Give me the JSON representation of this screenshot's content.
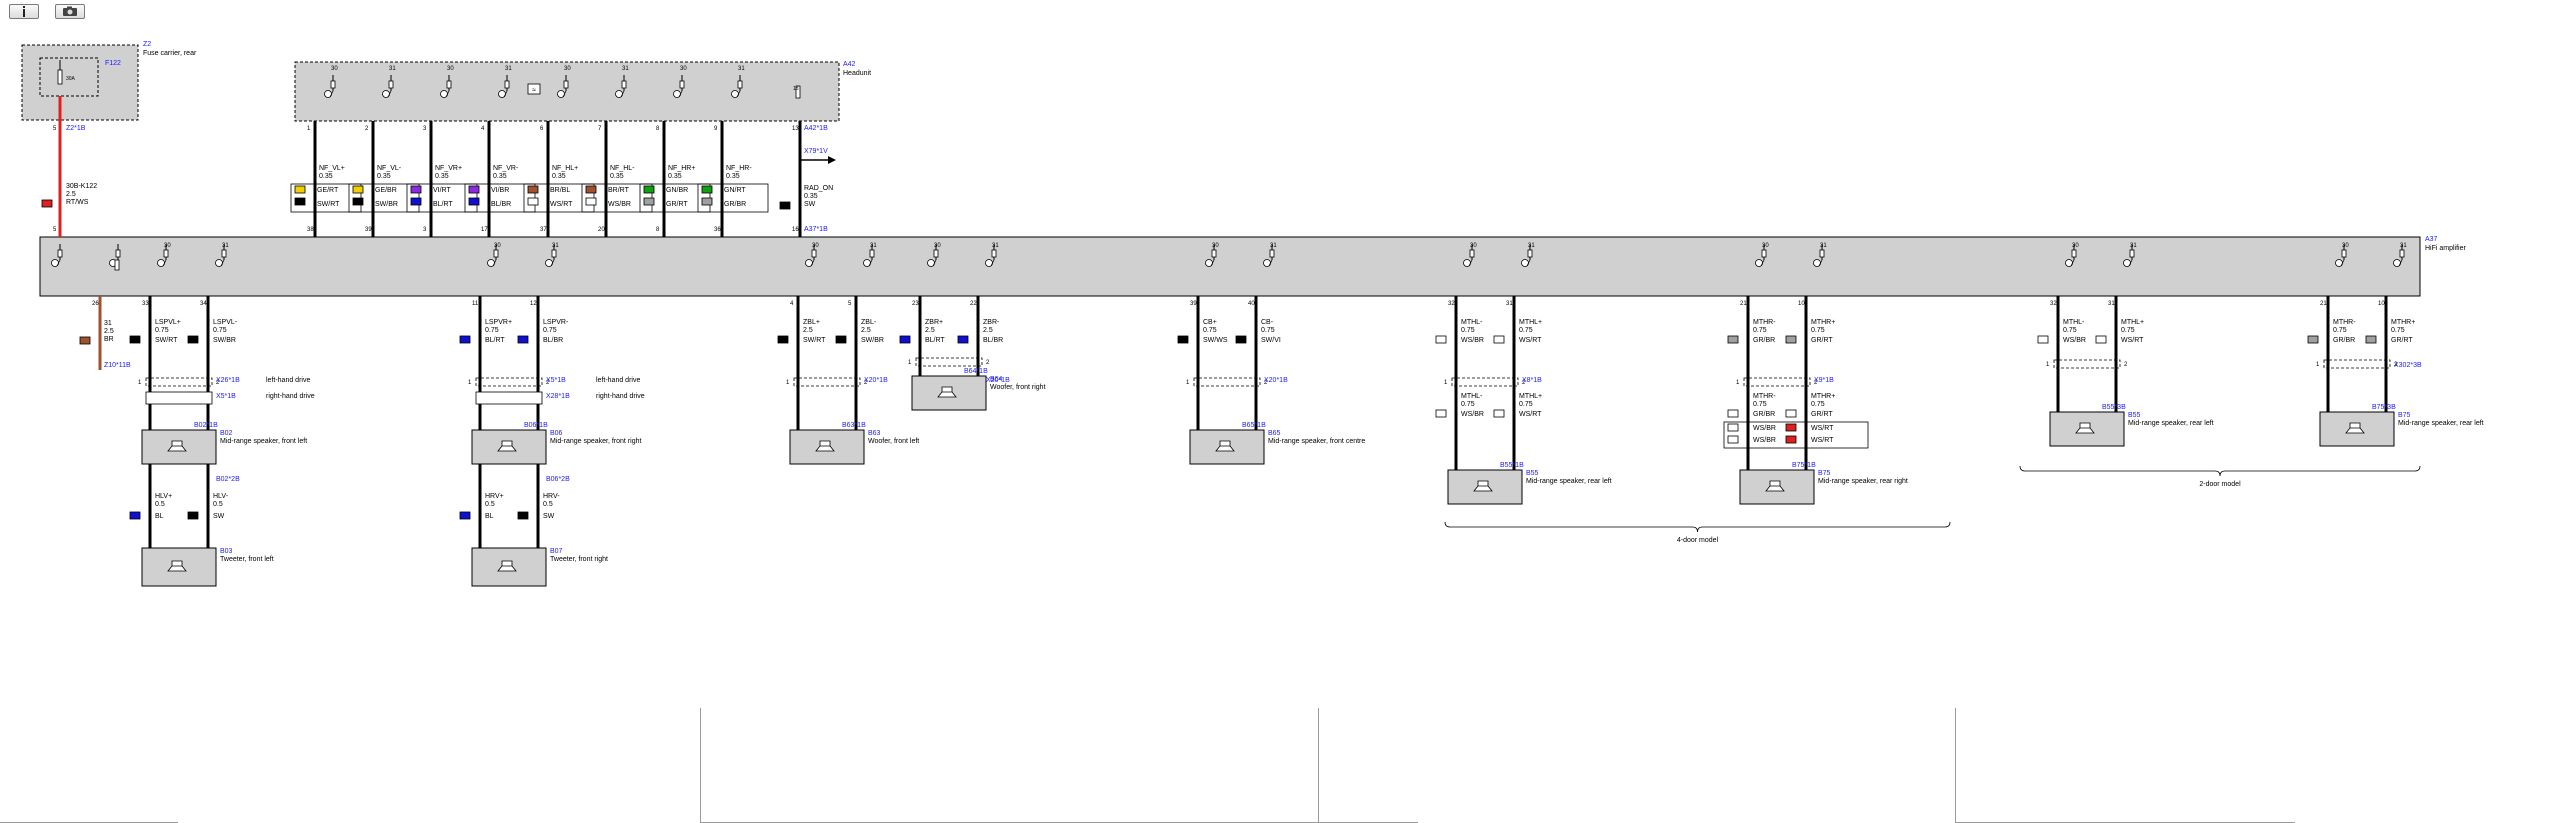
{
  "toolbar": {
    "info_icon": "info-icon",
    "camera_icon": "camera-icon"
  },
  "colors": {
    "link": "#1a1aff",
    "housing": "#d0d0d0",
    "power": "#e02020",
    "wire": "#000000",
    "brown": "#a0522d"
  },
  "components": {
    "z2": {
      "id": "Z2",
      "name": "Fuse carrier, rear"
    },
    "f122": {
      "id": "F122",
      "rating": "30A"
    },
    "a42": {
      "id": "A42",
      "name": "Headunit",
      "connector": "A42*1B"
    },
    "a37": {
      "id": "A37",
      "name": "HiFi amplifier",
      "connector": "A37*1B"
    }
  },
  "connectors": {
    "z2_conn": "Z2*1B",
    "x79": "X79*1V",
    "x26": "X26*1B",
    "x5": "X5*1B",
    "x28": "X28*1B",
    "z10": "Z10*11B",
    "x20": "X20*1B",
    "x8": "X8*1B",
    "x9": "X9*1B",
    "x302": "X302*3B",
    "lhd": "left-hand drive",
    "rhd": "right-hand drive"
  },
  "power_wire": {
    "pin_top": "5",
    "pin_bot": "5",
    "label": "30B-K122",
    "size": "2.5",
    "color": "RT/WS"
  },
  "rad_on": {
    "pin": "13",
    "label": "RAD_ON",
    "size": "0.35",
    "color": "SW",
    "pin_bot": "16"
  },
  "headunit_wires": [
    {
      "label": "NF_VL+",
      "size": "0.35",
      "c1": "GE/RT",
      "c2": "SW/RT",
      "top": "1",
      "bot": "38",
      "s1": "#f0d000",
      "s2": "#000000"
    },
    {
      "label": "NF_VL-",
      "size": "0.35",
      "c1": "GE/BR",
      "c2": "SW/BR",
      "top": "2",
      "bot": "39",
      "s1": "#f0d000",
      "s2": "#000000"
    },
    {
      "label": "NF_VR+",
      "size": "0.35",
      "c1": "VI/RT",
      "c2": "BL/RT",
      "top": "3",
      "bot": "3",
      "s1": "#8a2be2",
      "s2": "#1010d0"
    },
    {
      "label": "NF_VR-",
      "size": "0.35",
      "c1": "VI/BR",
      "c2": "BL/BR",
      "top": "4",
      "bot": "17",
      "s1": "#8a2be2",
      "s2": "#1010d0"
    },
    {
      "label": "NF_HL+",
      "size": "0.35",
      "c1": "BR/BL",
      "c2": "WS/RT",
      "top": "6",
      "bot": "37",
      "s1": "#a0522d",
      "s2": "#ffffff"
    },
    {
      "label": "NF_HL-",
      "size": "0.35",
      "c1": "BR/RT",
      "c2": "WS/BR",
      "top": "7",
      "bot": "20",
      "s1": "#a0522d",
      "s2": "#ffffff"
    },
    {
      "label": "NF_HR+",
      "size": "0.35",
      "c1": "GN/BR",
      "c2": "GR/RT",
      "top": "8",
      "bot": "8",
      "s1": "#10a010",
      "s2": "#a0a0a0"
    },
    {
      "label": "NF_HR-",
      "size": "0.35",
      "c1": "GN/RT",
      "c2": "GR/BR",
      "top": "9",
      "bot": "36",
      "s1": "#10a010",
      "s2": "#a0a0a0"
    }
  ],
  "amp_gnd": {
    "pin": "26",
    "label": "31",
    "size": "2.5",
    "color": "BR"
  },
  "speaker_groups": [
    {
      "pins": [
        "33",
        "34"
      ],
      "wires": [
        {
          "label": "LSPVL+",
          "size": "0.75",
          "color": "SW/RT",
          "s": "#000000"
        },
        {
          "label": "LSPVL-",
          "size": "0.75",
          "color": "SW/BR",
          "s": "#000000"
        }
      ],
      "speaker": {
        "id": "B02",
        "conn": "B02*1B",
        "name": "Mid-range speaker, front left"
      },
      "tweeter": {
        "id": "B03",
        "conn": "B02*2B",
        "name": "Tweeter, front left",
        "wires": [
          {
            "label": "HLV+",
            "size": "0.5",
            "color": "BL"
          },
          {
            "label": "HLV-",
            "size": "0.5",
            "color": "SW"
          }
        ]
      }
    },
    {
      "pins": [
        "11",
        "12"
      ],
      "wires": [
        {
          "label": "LSPVR+",
          "size": "0.75",
          "color": "BL/RT",
          "s": "#1010d0"
        },
        {
          "label": "LSPVR-",
          "size": "0.75",
          "color": "BL/BR",
          "s": "#1010d0"
        }
      ],
      "speaker": {
        "id": "B06",
        "conn": "B06*1B",
        "name": "Mid-range speaker, front right"
      },
      "tweeter": {
        "id": "B07",
        "conn": "B06*2B",
        "name": "Tweeter, front right",
        "wires": [
          {
            "label": "HRV+",
            "size": "0.5",
            "color": "BL"
          },
          {
            "label": "HRV-",
            "size": "0.5",
            "color": "SW"
          }
        ]
      }
    },
    {
      "pins": [
        "4",
        "5"
      ],
      "wires": [
        {
          "label": "ZBL+",
          "size": "2.5",
          "color": "SW/RT",
          "s": "#000000"
        },
        {
          "label": "ZBL-",
          "size": "2.5",
          "color": "SW/BR",
          "s": "#000000"
        }
      ],
      "speaker": {
        "id": "B63",
        "conn": "B63*1B",
        "name": "Woofer, front left"
      }
    },
    {
      "pins": [
        "23",
        "22"
      ],
      "wires": [
        {
          "label": "ZBR+",
          "size": "2.5",
          "color": "BL/RT",
          "s": "#1010d0"
        },
        {
          "label": "ZBR-",
          "size": "2.5",
          "color": "BL/BR",
          "s": "#1010d0"
        }
      ],
      "speaker": {
        "id": "B64",
        "conn": "B64*1B",
        "name": "Woofer, front right"
      }
    },
    {
      "pins": [
        "39",
        "40"
      ],
      "wires": [
        {
          "label": "CB+",
          "size": "0.75",
          "color": "SW/WS",
          "s": "#000000"
        },
        {
          "label": "CB-",
          "size": "0.75",
          "color": "SW/VI",
          "s": "#000000"
        }
      ],
      "speaker": {
        "id": "B65",
        "conn": "B65*1B",
        "name": "Mid-range speaker, front centre"
      }
    },
    {
      "pins": [
        "32",
        "31"
      ],
      "wires": [
        {
          "label": "MTHL-",
          "size": "0.75",
          "color": "WS/BR",
          "s": "#ffffff"
        },
        {
          "label": "MTHL+",
          "size": "0.75",
          "color": "WS/RT",
          "s": "#ffffff"
        }
      ],
      "wires2": [
        {
          "label": "MTHL-",
          "size": "0.75",
          "color": "WS/BR"
        },
        {
          "label": "MTHL+",
          "size": "0.75",
          "color": "WS/RT"
        }
      ],
      "speaker": {
        "id": "B55",
        "conn": "B55*1B",
        "name": "Mid-range speaker, rear left"
      }
    },
    {
      "pins": [
        "21",
        "10"
      ],
      "wires": [
        {
          "label": "MTHR-",
          "size": "0.75",
          "color": "GR/BR",
          "s": "#a0a0a0"
        },
        {
          "label": "MTHR+",
          "size": "0.75",
          "color": "GR/RT",
          "s": "#a0a0a0"
        }
      ],
      "wires2": [
        {
          "label": "MTHR-",
          "size": "0.75",
          "color": "GR/BR"
        },
        {
          "label": "MTHR+",
          "size": "0.75",
          "color": "GR/RT"
        }
      ],
      "twist": {
        "c1": "WS/BR",
        "c2": "WS/RT"
      },
      "speaker": {
        "id": "B75",
        "conn": "B75*1B",
        "name": "Mid-range speaker, rear right"
      }
    },
    {
      "pins": [
        "32",
        "31"
      ],
      "wires": [
        {
          "label": "MTHL-",
          "size": "0.75",
          "color": "WS/BR",
          "s": "#ffffff"
        },
        {
          "label": "MTHL+",
          "size": "0.75",
          "color": "WS/RT",
          "s": "#ffffff"
        }
      ],
      "speaker": {
        "id": "B55",
        "conn": "B55*3B",
        "name": "Mid-range speaker, rear left"
      }
    },
    {
      "pins": [
        "21",
        "10"
      ],
      "wires": [
        {
          "label": "MTHR-",
          "size": "0.75",
          "color": "GR/BR",
          "s": "#a0a0a0"
        },
        {
          "label": "MTHR+",
          "size": "0.75",
          "color": "GR/RT",
          "s": "#a0a0a0"
        }
      ],
      "speaker": {
        "id": "B75",
        "conn": "B75*3B",
        "name": "Mid-range speaker, rear left"
      }
    }
  ],
  "bracket_4door": "4-door model",
  "bracket_2door": "2-door model",
  "grounds": [
    "31",
    "31",
    "31",
    "31",
    "31",
    "31",
    "31",
    "31",
    "31",
    "31",
    "31"
  ],
  "shield_labels": [
    "30",
    "31"
  ]
}
